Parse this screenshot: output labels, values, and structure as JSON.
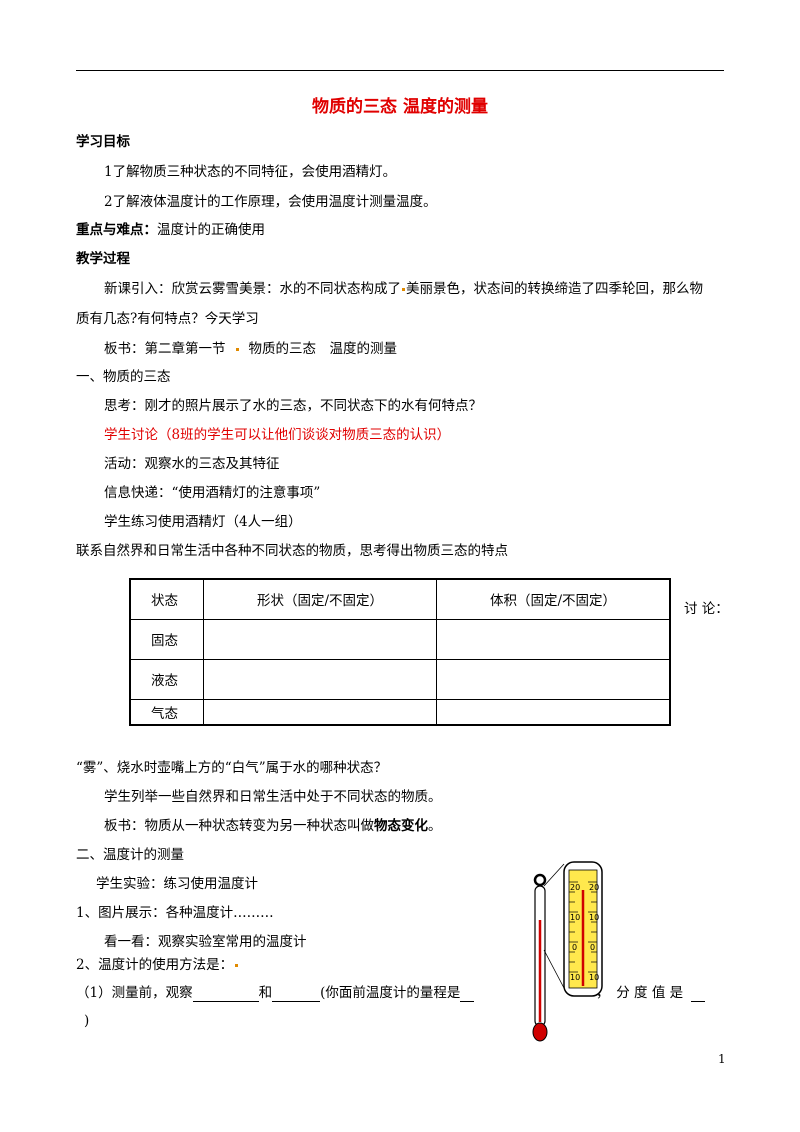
{
  "title": "物质的三态 温度的测量",
  "section_goals": "学习目标",
  "goal1": "1了解物质三种状态的不同特征，会使用酒精灯。",
  "goal2": "2了解液体温度计的工作原理，会使用温度计测量温度。",
  "key_label": "重点与难点：",
  "key_text": "温度计的正确使用",
  "section_process": "教学过程",
  "intro_line1a": "新课引入：欣赏云雾雪美景：水的不同状态构成了",
  "intro_line1b": "美丽景色，状态间的转换缔造了四季轮回，那么物",
  "intro_line2": "质有几态?有何特点？今天学习",
  "board1a": "板书：第二章第一节",
  "board1b": "物质的三态　温度的测量",
  "part1": "一、物质的三态",
  "think": "思考：刚才的照片展示了水的三态，不同状态下的水有何特点？",
  "discuss": "学生讨论（8班的学生可以让他们谈谈对物质三态的认识）",
  "activity": "活动：观察水的三态及其特征",
  "info": "信息快递：“使用酒精灯的注意事项”",
  "practice": "学生练习使用酒精灯（4人一组）",
  "connect": "联系自然界和日常生活中各种不同状态的物质，思考得出物质三态的特点",
  "table": {
    "headers": [
      "状态",
      "形状（固定/不固定）",
      "体积（固定/不固定）"
    ],
    "rows": [
      "固态",
      "液态",
      "气态"
    ]
  },
  "discuss_side": "讨 论：",
  "fog_q": "“雾”、烧水时壶嘴上方的“白气”属于水的哪种状态？",
  "students_list": "学生列举一些自然界和日常生活中处于不同状态的物质。",
  "board2a": "板书：物质从一种状态转变为另一种状态叫做",
  "board2b": "物态变化",
  "board2c": "。",
  "part2": "二、温度计的测量",
  "experiment": "学生实验：练习使用温度计",
  "pics": "1、图片展示：各种温度计………",
  "look": "看一看：观察实验室常用的温度计",
  "usage": "2、温度计的使用方法是：",
  "q1a": "（1）测量前，观察",
  "q1b": "和",
  "q1c": "(你面前温度计的量程是",
  "q1d": "，　分 度 值 是",
  "q1e": ")",
  "scale_labels": [
    "20",
    "10",
    "0",
    "10"
  ],
  "page_number": "1"
}
